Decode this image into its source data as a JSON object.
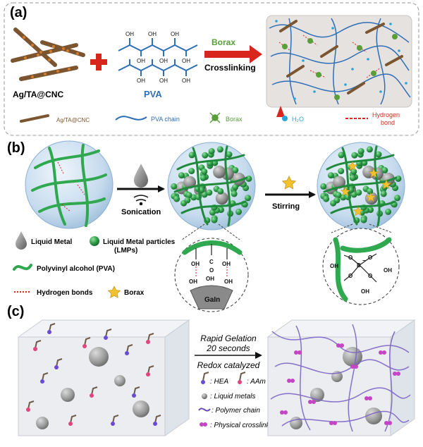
{
  "panel_a": {
    "tag": "(a)",
    "material_label": "Ag/TA@CNC",
    "polymer_label": "PVA",
    "hydroxyl": "OH",
    "arrow_top": "Borax",
    "arrow_bottom": "Crosslinking",
    "legend": {
      "agta": "Ag/TA@CNC",
      "chain": "PVA chain",
      "borax": "Borax",
      "water": "H₂O",
      "hbond_1": "Hydrogen",
      "hbond_2": "bond"
    },
    "colors": {
      "borax": "#5a9e3a",
      "arrow": "#d9261c",
      "pva": "#2e6fb7",
      "water": "#27a6d9",
      "hbond": "#d9261c"
    }
  },
  "panel_b": {
    "tag": "(b)",
    "arrow1_label": "Sonication",
    "arrow2_label": "Stirring",
    "legend": {
      "liquid_metal": "Liquid Metal",
      "lmp_1": "Liquid Metal particles",
      "lmp_2": "(LMPs)",
      "pva": "Polyvinyl alcohol (PVA)",
      "hbonds": "Hydrogen bonds",
      "borax": "Borax"
    },
    "zoom_left": {
      "core": "GaIn",
      "hydroxyl": "OH",
      "carbonyl_o": "O",
      "carbonyl_c": "C"
    },
    "zoom_right": {
      "boron": "B",
      "oxygen": "O",
      "hydroxyl": "OH",
      "charge": "−"
    },
    "colors": {
      "pva": "#2fa84f",
      "particle": "#2f9e4a",
      "metal": "#8a8a8a",
      "star": "#f2c12e"
    }
  },
  "panel_c": {
    "tag": "(c)",
    "arrow_line1": "Rapid Gelation",
    "arrow_line2": "20 seconds",
    "arrow_line3": "Redox catalyzed",
    "legend": {
      "hea": ": HEA",
      "aam": ": AAm",
      "metals": ": Liquid metals",
      "chain": ": Polymer chain",
      "crosslink": ": Physical crosslink"
    },
    "colors": {
      "hea": "#6a4bd6",
      "aam": "#e0457b",
      "chain": "#6a4bb0",
      "crosslink": "#c545c5"
    }
  }
}
